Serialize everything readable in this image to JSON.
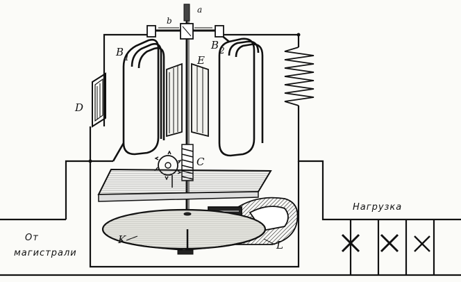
{
  "labels": {
    "a": "a",
    "b": "b",
    "B1": "B",
    "B1_sub": "1",
    "B2": "B",
    "B2_sub": "2",
    "E": "E",
    "D": "D",
    "C": "C",
    "K": "K",
    "L": "L"
  },
  "captions": {
    "load": "Нагрузка",
    "source_line1": "От",
    "source_line2": "магистрали"
  },
  "colors": {
    "ink": "#111111",
    "paper": "#fbfbf8"
  }
}
